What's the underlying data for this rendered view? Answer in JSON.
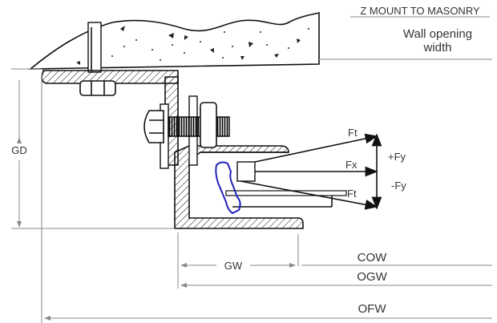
{
  "title": "Z MOUNT TO MASONRY",
  "wall_opening_line1": "Wall opening",
  "wall_opening_line2": "width",
  "labels": {
    "gd": "GD",
    "gw": "GW",
    "cow": "COW",
    "ogw": "OGW",
    "ofw": "OFW"
  },
  "forces": {
    "ft_top": "Ft",
    "fx": "Fx",
    "ft_bottom": "Ft",
    "plus_fy": "+Fy",
    "minus_fy": "-Fy"
  },
  "colors": {
    "line": "#111111",
    "dim": "#8a8a8a",
    "seal": "#2222bb"
  }
}
